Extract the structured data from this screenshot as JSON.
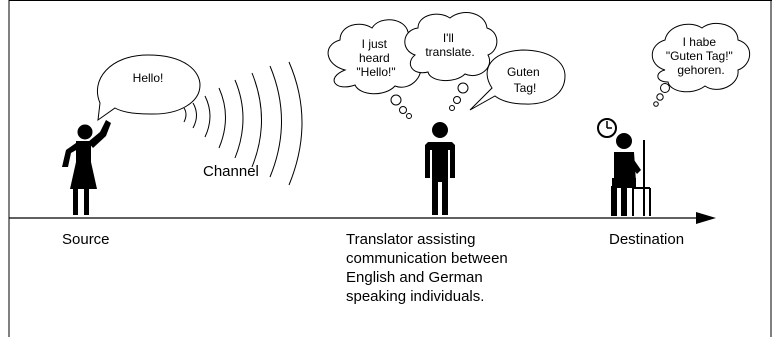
{
  "diagram": {
    "labels": {
      "source": "Source",
      "channel": "Channel",
      "destination": "Destination",
      "translator_caption": [
        "Translator assisting",
        "communication between",
        "English and German",
        "speaking individuals."
      ]
    },
    "bubbles": {
      "hello": [
        "Hello!"
      ],
      "heard": [
        "I just",
        "heard",
        "\"Hello!\""
      ],
      "translate": [
        "I'll",
        "translate."
      ],
      "guten": [
        "Guten",
        "Tag!"
      ],
      "habe": [
        "I habe",
        "\"Guten Tag!\"",
        "gehoren."
      ]
    },
    "icons": {
      "source_person": "woman-waving-icon",
      "translator_person": "man-standing-icon",
      "destination_person": "person-seated-icon",
      "clock": "clock-icon",
      "chair": "chair-icon",
      "arrow": "timeline-arrow-icon"
    }
  }
}
